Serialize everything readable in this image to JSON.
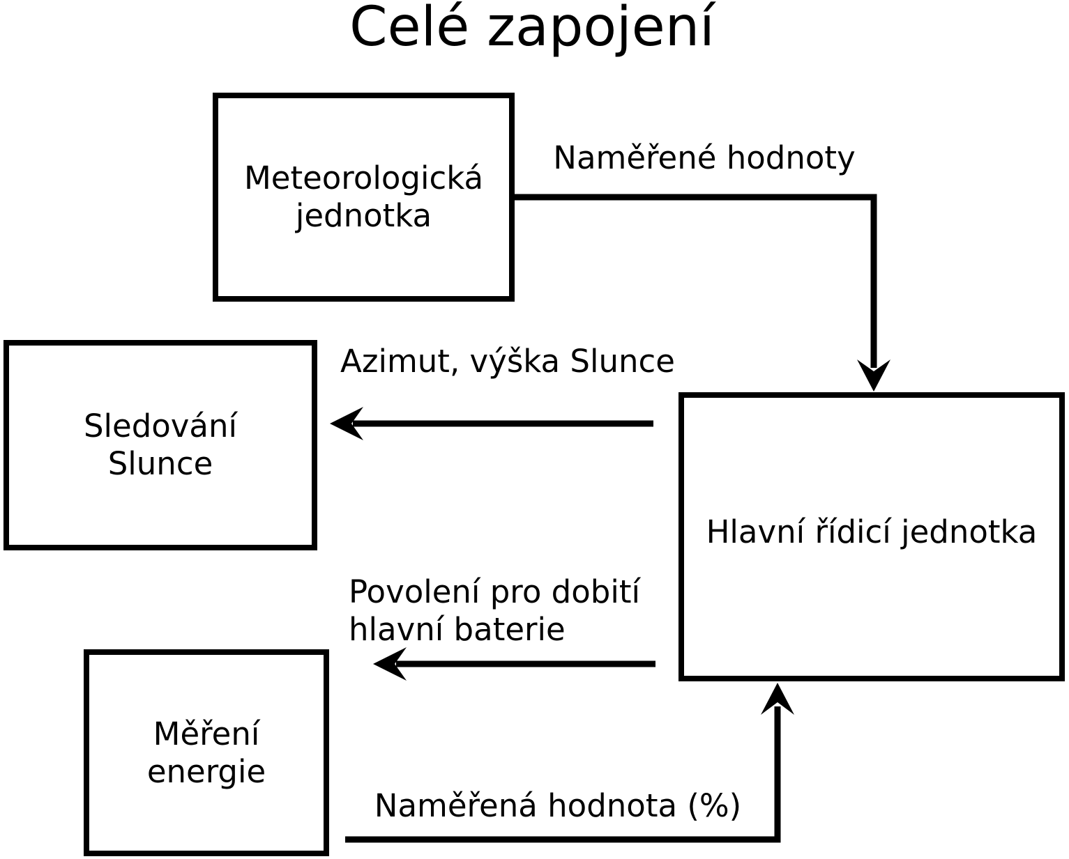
{
  "title": "Celé zapojení",
  "boxes": {
    "meteo": {
      "lines": [
        "Meteorologická",
        "jednotka"
      ]
    },
    "sun": {
      "lines": [
        "Sledování",
        "Slunce"
      ]
    },
    "energy": {
      "lines": [
        "Měření",
        "energie"
      ]
    },
    "main": {
      "lines": [
        "Hlavní řídicí jednotka"
      ]
    }
  },
  "labels": {
    "measured_values": "Naměřené hodnoty",
    "sun_position": "Azimut, výška Slunce",
    "charge_permission_line1": "Povolení pro dobití",
    "charge_permission_line2": "hlavní baterie",
    "measured_percent": "Naměřená hodnota (%)"
  },
  "connections": [
    {
      "label": "Naměřené hodnoty",
      "from": "Meteorologická jednotka",
      "to": "Hlavní řídicí jednotka"
    },
    {
      "label": "Azimut, výška Slunce",
      "from": "Hlavní řídicí jednotka",
      "to": "Sledování Slunce"
    },
    {
      "label": "Povolení pro dobití hlavní baterie",
      "from": "Hlavní řídicí jednotka",
      "to": "Měření energie"
    },
    {
      "label": "Naměřená hodnota (%)",
      "from": "Měření energie",
      "to": "Hlavní řídicí jednotka"
    }
  ],
  "colors": {
    "background": "#ffffff",
    "stroke": "#000000",
    "text": "#000000"
  }
}
